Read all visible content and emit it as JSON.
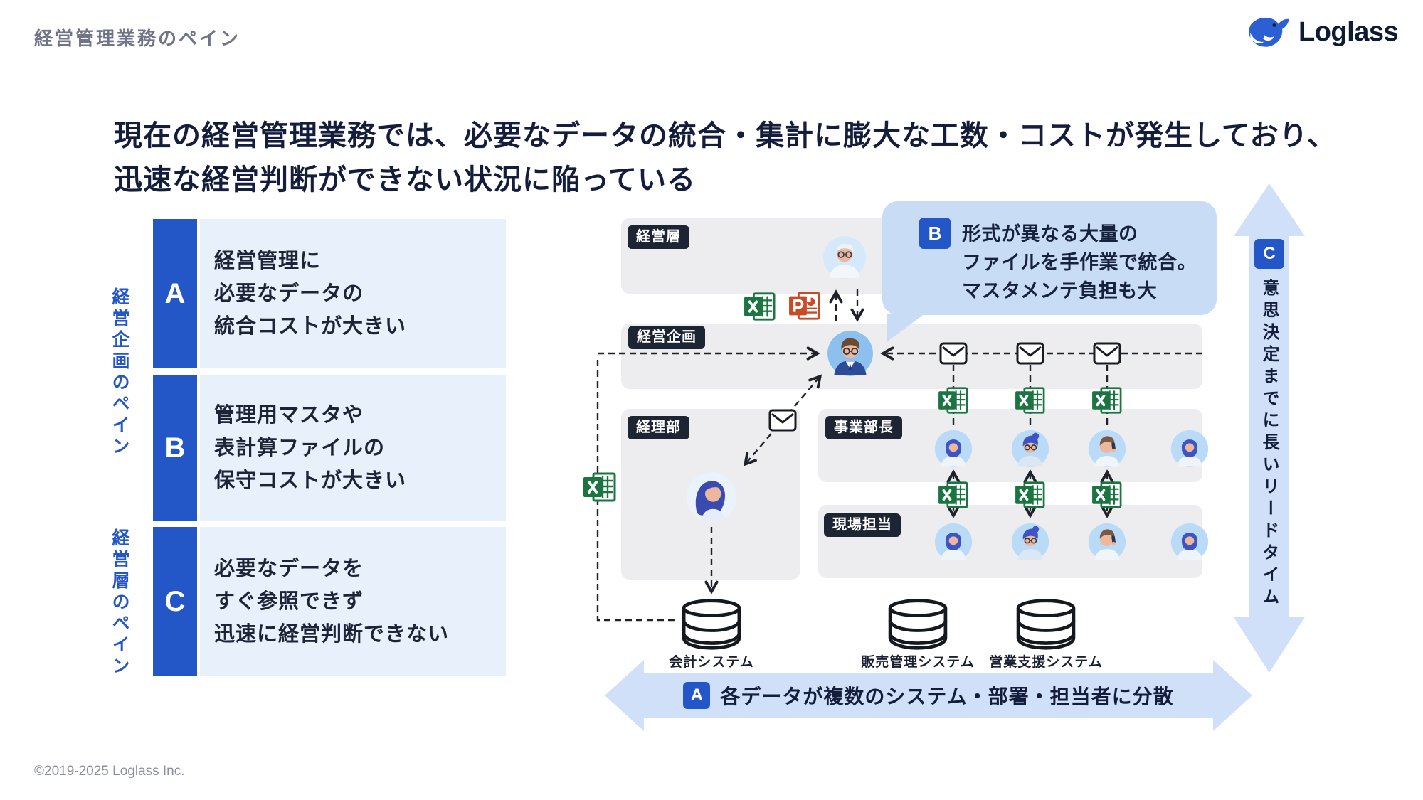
{
  "page": {
    "title": "経営管理業務のペイン",
    "footer": "©2019-2025 Loglass Inc."
  },
  "logo": {
    "text": "Loglass",
    "icon": "whale-logo-icon"
  },
  "headline": {
    "line1": "現在の経営管理業務では、必要なデータの統合・集計に膨大な工数・コストが発生しており、",
    "line2": "迅速な経営判断ができない状況に陥っている"
  },
  "pain_panel": {
    "group_labels": [
      {
        "text": "経営企画のペイン"
      },
      {
        "text": "経営層のペイン"
      }
    ],
    "items": [
      {
        "key": "A",
        "lines": [
          "経営管理に",
          "必要なデータの",
          "統合コストが大きい"
        ]
      },
      {
        "key": "B",
        "lines": [
          "管理用マスタや",
          "表計算ファイルの",
          "保守コストが大きい"
        ]
      },
      {
        "key": "C",
        "lines": [
          "必要なデータを",
          "すぐ参照できず",
          "迅速に経営判断できない"
        ]
      }
    ]
  },
  "diagram": {
    "rows": [
      {
        "label": "経営層"
      },
      {
        "label": "経営企画"
      },
      {
        "label": "経理部"
      },
      {
        "label": "事業部長"
      },
      {
        "label": "現場担当"
      }
    ],
    "callout_b": {
      "key": "B",
      "lines": [
        "形式が異なる大量の",
        "ファイルを手作業で統合。",
        "マスタメンテ負担も大"
      ]
    },
    "arrow_a": {
      "key": "A",
      "text": "各データが複数のシステム・部署・担当者に分散"
    },
    "arrow_c": {
      "key": "C",
      "text": "意思決定までに長いリードタイム"
    },
    "databases": [
      {
        "label": "会計システム"
      },
      {
        "label": "販売管理システム"
      },
      {
        "label": "営業支援システム"
      }
    ],
    "icon_names": [
      "excel-file-icon",
      "powerpoint-file-icon",
      "mail-envelope-icon",
      "database-icon",
      "person-avatar",
      "whale-logo-icon"
    ]
  },
  "colors": {
    "primary_blue": "#2356c6",
    "light_panel_blue": "#e8f1fb",
    "callout_blue": "#c9dcf6",
    "arrow_blue": "#cfe0f8",
    "band_gray": "#ededf0",
    "dark_badge": "#1d2433",
    "text_dark": "#141e3c",
    "title_gray": "#6f7486",
    "excel_green": "#1a7540",
    "powerpoint_orange": "#cb4a26"
  }
}
